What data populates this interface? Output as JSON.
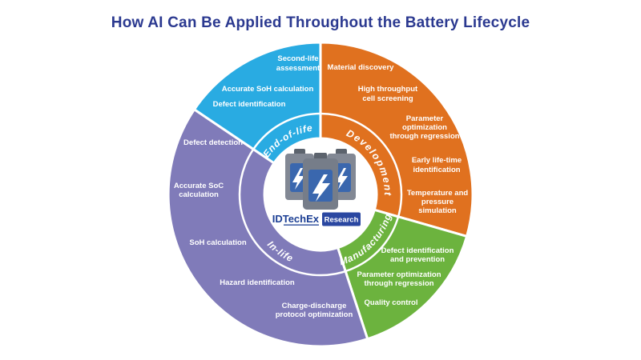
{
  "title": "How AI Can Be Applied Throughout the Battery Lifecycle",
  "colors": {
    "title": "#2B3990",
    "development": "#E0711F",
    "manufacturing": "#6CB33E",
    "in_life": "#807BB9",
    "end_of_life": "#29ABE2",
    "battery_body_back": "#828894",
    "battery_body_front": "#767D89",
    "battery_cap": "#5C636D",
    "battery_panel": "#3A67AE",
    "logo_text": "#1C3F94",
    "logo_badge_bg": "#2A47A1"
  },
  "wheel": {
    "development": {
      "label": "Development",
      "items": {
        "material": "Material discovery",
        "ht1": "High throughput",
        "ht2": "cell screening",
        "po1": "Parameter",
        "po2": "optimization",
        "po3": "through regression",
        "el1": "Early life-time",
        "el2": "identification",
        "t1": "Temperature and",
        "t2": "pressure",
        "t3": "simulation"
      }
    },
    "manufacturing": {
      "label": "Manufacturing",
      "items": {
        "d1": "Defect identification",
        "d2": "and prevention",
        "p1": "Parameter optimization",
        "p2": "through regression",
        "q": "Quality control"
      }
    },
    "in_life": {
      "label": "In-life",
      "items": {
        "dd": "Defect detection",
        "soc1": "Accurate SoC",
        "soc2": "calculation",
        "soh": "SoH calculation",
        "hz": "Hazard identification",
        "cd1": "Charge-discharge",
        "cd2": "protocol optimization"
      }
    },
    "end_of_life": {
      "label": "End-of-life",
      "items": {
        "sl1": "Second-life",
        "sl2": "assessment",
        "soh": "Accurate SoH calculation",
        "di": "Defect identification"
      }
    }
  },
  "center": {
    "logo": "IDTechEx",
    "badge": "Research"
  }
}
